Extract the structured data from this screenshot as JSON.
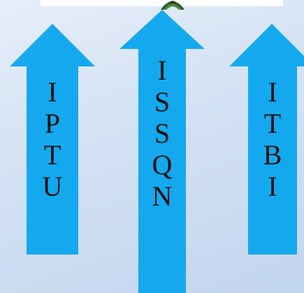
{
  "colors": {
    "arrow_fill": "#14a9ee",
    "letter_color": "#111111",
    "background_top": "#e6eef9",
    "background_bottom": "#c2d5ef"
  },
  "emblem": {
    "icon": "green-emblem-icon"
  },
  "arrows": [
    {
      "letters": [
        "I",
        "P",
        "T",
        "U"
      ]
    },
    {
      "letters": [
        "I",
        "S",
        "S",
        "Q",
        "N"
      ]
    },
    {
      "letters": [
        "I",
        "T",
        "B",
        "I"
      ]
    }
  ]
}
